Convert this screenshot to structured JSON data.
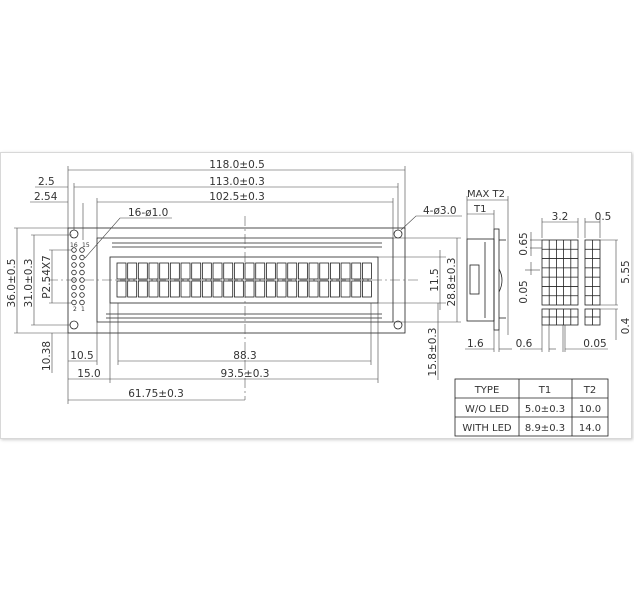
{
  "drawing": {
    "top_dims": {
      "overall_width": "118.0±0.5",
      "pcb_hole_span": "113.0±0.3",
      "bezel_width": "102.5±0.3",
      "edge_to_hole": "2.5",
      "pin_offset": "2.54",
      "pin_holes": "16-ø1.0",
      "mount_holes": "4-ø3.0"
    },
    "left_dims": {
      "overall_height": "36.0±0.5",
      "hole_span_v": "31.0±0.3",
      "pin_pitch": "P2.54X7",
      "bottom_offset": "10.38",
      "pin_16": "16",
      "pin_15": "15",
      "pin_2": "2",
      "pin_1": "1"
    },
    "bottom_dims": {
      "edge_to_bezel": "10.5",
      "active_area": "88.3",
      "edge_to_view": "15.0",
      "view_width": "93.5±0.3",
      "center_offset": "61.75±0.3"
    },
    "right_dims": {
      "view_height": "11.5",
      "bezel_height": "28.8±0.3",
      "view_offset": "15.8±0.3"
    },
    "side_view": {
      "max_t2": "MAX  T2",
      "t1": "T1",
      "pcb_thickness": "1.6"
    },
    "char_detail": {
      "char_width": "3.2",
      "dot_gap_h": "0.5",
      "dot_height": "0.65",
      "dot_gap_v": "0.05",
      "char_height": "5.55",
      "cursor_height": "0.4",
      "dot_width": "0.6",
      "dot_gap": "0.05"
    },
    "table": {
      "headers": [
        "TYPE",
        "T1",
        "T2"
      ],
      "rows": [
        [
          "W/O  LED",
          "5.0±0.3",
          "10.0"
        ],
        [
          "WITH  LED",
          "8.9±0.3",
          "14.0"
        ]
      ]
    }
  }
}
